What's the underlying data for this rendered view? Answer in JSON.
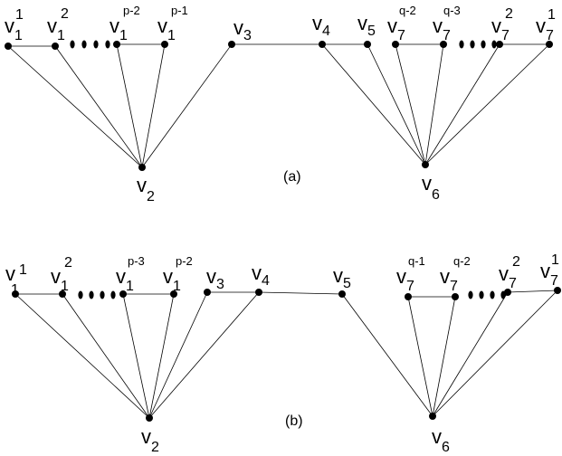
{
  "graph_a": {
    "caption": "(a)",
    "labels": {
      "v1_1": {
        "base": "v",
        "sub": "1",
        "sup": "1"
      },
      "v1_2": {
        "base": "v",
        "sub": "1",
        "sup": "2"
      },
      "v1_pm2": {
        "base": "v",
        "sub": "1",
        "sup": "p-2"
      },
      "v1_pm1": {
        "base": "v",
        "sub": "1",
        "sup": "p-1"
      },
      "v3": {
        "base": "v",
        "sub": "3"
      },
      "v4": {
        "base": "v",
        "sub": "4"
      },
      "v5": {
        "base": "v",
        "sub": "5"
      },
      "v7_qm2": {
        "base": "v",
        "sub": "7",
        "sup": "q-2"
      },
      "v7_qm3": {
        "base": "v",
        "sub": "7",
        "sup": "q-3"
      },
      "v7_2": {
        "base": "v",
        "sub": "7",
        "sup": "2"
      },
      "v7_1": {
        "base": "v",
        "sub": "7",
        "sup": "1"
      },
      "v2": {
        "base": "v",
        "sub": "2"
      },
      "v6": {
        "base": "v",
        "sub": "6"
      }
    }
  },
  "graph_b": {
    "caption": "(b)",
    "labels": {
      "v1_1": {
        "base": "v",
        "sub": "1",
        "sup": "1"
      },
      "v1_2": {
        "base": "v",
        "sub": "1",
        "sup": "2"
      },
      "v1_pm3": {
        "base": "v",
        "sub": "1",
        "sup": "p-3"
      },
      "v1_pm2": {
        "base": "v",
        "sub": "1",
        "sup": "p-2"
      },
      "v3": {
        "base": "v",
        "sub": "3"
      },
      "v4": {
        "base": "v",
        "sub": "4"
      },
      "v5": {
        "base": "v",
        "sub": "5"
      },
      "v7_qm1": {
        "base": "v",
        "sub": "7",
        "sup": "q-1"
      },
      "v7_qm2": {
        "base": "v",
        "sub": "7",
        "sup": "q-2"
      },
      "v7_2": {
        "base": "v",
        "sub": "7",
        "sup": "2"
      },
      "v7_1": {
        "base": "v",
        "sub": "7",
        "sup": "1"
      },
      "v2": {
        "base": "v",
        "sub": "2"
      },
      "v6": {
        "base": "v",
        "sub": "6"
      }
    }
  }
}
